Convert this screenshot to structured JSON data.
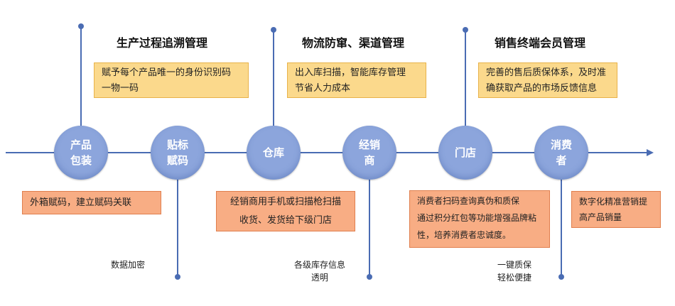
{
  "nodes": [
    {
      "label": "产品\n包装"
    },
    {
      "label": "贴标\n赋码"
    },
    {
      "label": "仓库"
    },
    {
      "label": "经销\n商"
    },
    {
      "label": "门店"
    },
    {
      "label": "消费\n者"
    }
  ],
  "sections": [
    {
      "title": "生产过程追溯管理",
      "desc": "赋予每个产品唯一的身份识别码\n一物一码"
    },
    {
      "title": "物流防窜、渠道管理",
      "desc": "出入库扫描，智能库存管理\n节省人力成本"
    },
    {
      "title": "销售终端会员管理",
      "desc": "完善的售后质保体系，及时准\n确获取产品的市场反馈信息"
    }
  ],
  "bottom_boxes": [
    {
      "text": "外箱赋码，建立赋码关联"
    },
    {
      "text": "经销商用手机或扫描枪扫描\n收货、发货给下级门店"
    },
    {
      "text": "消费者扫码查询真伪和质保\n通过积分红包等功能增强品牌粘\n性，培养消费者忠诚度。"
    },
    {
      "text": "数字化精准营销提\n高产品销量"
    }
  ],
  "notes": [
    {
      "text": "数据加密"
    },
    {
      "text": "各级库存信息\n透明"
    },
    {
      "text": "一键质保\n轻松便捷"
    }
  ],
  "colors": {
    "line": "#4a6cb3",
    "node": "#8ca5dc",
    "yellow": "#fbd98c",
    "orange": "#f8ad84"
  }
}
